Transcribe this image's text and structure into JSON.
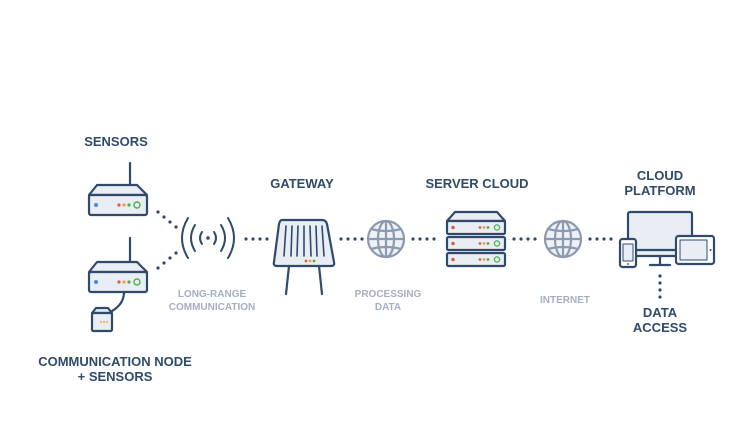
{
  "nodes": {
    "sensors": {
      "label": "SENSORS"
    },
    "comm_node": {
      "line1": "COMMUNICATION NODE",
      "line2": "+ SENSORS"
    },
    "gateway": {
      "label": "GATEWAY"
    },
    "server_cloud": {
      "label": "SERVER CLOUD"
    },
    "cloud_platform": {
      "line1": "CLOUD",
      "line2": "PLATFORM"
    },
    "data_access": {
      "line1": "DATA",
      "line2": "ACCESS"
    }
  },
  "links": {
    "long_range": {
      "line1": "LONG-RANGE",
      "line2": "COMMUNICATION"
    },
    "processing": {
      "line1": "PROCESSING",
      "line2": "DATA"
    },
    "internet": {
      "label": "INTERNET"
    }
  },
  "colors": {
    "primary": "#2f4a6b",
    "device_fill": "#e9edf4",
    "connector": "#2f4a6b",
    "link_label": "#a5aec2",
    "led_red": "#e05a4f",
    "led_orange": "#f0a23a",
    "led_green": "#4caf50",
    "led_blue": "#3a8fd8"
  }
}
